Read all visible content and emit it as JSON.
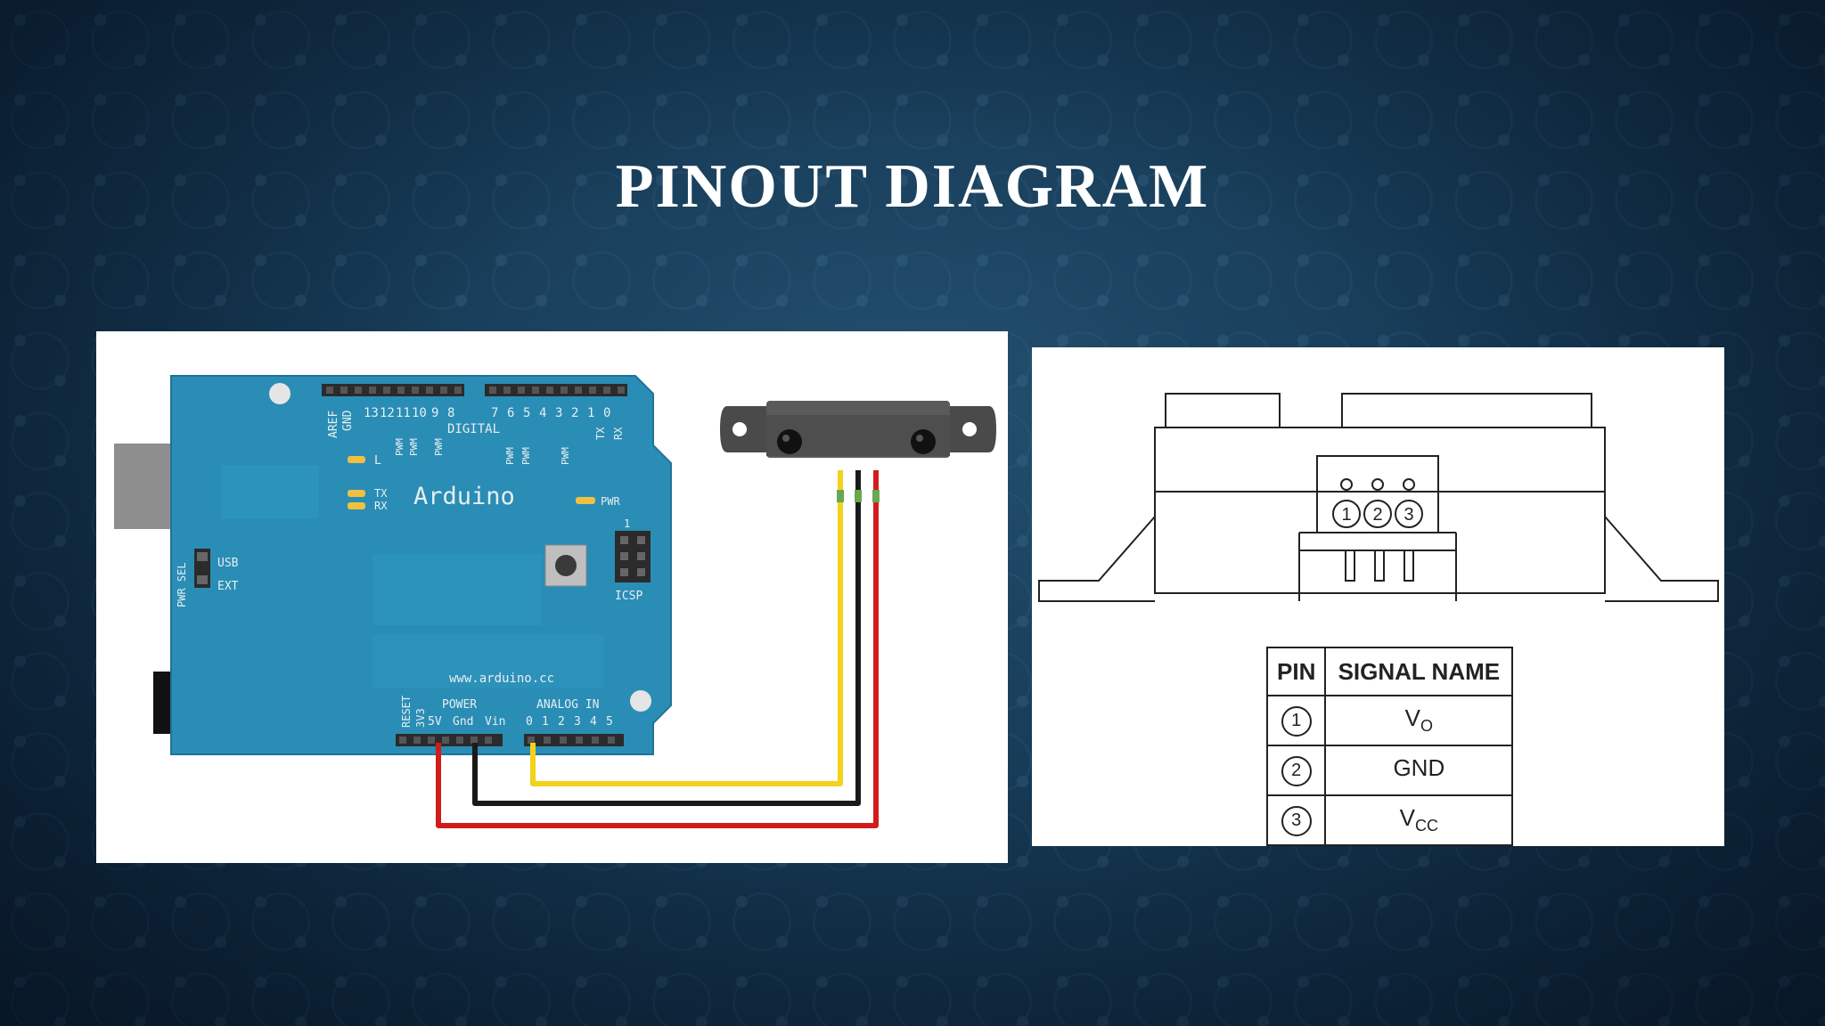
{
  "slide": {
    "title": "Pinout Diagram"
  },
  "arduino": {
    "brand": "Arduino",
    "website": "www.arduino.cc",
    "digital_label": "DIGITAL",
    "aref_label": "AREF",
    "gnd_top_label": "GND",
    "digital_pins_top": [
      "13",
      "12",
      "11",
      "10",
      "9",
      "8"
    ],
    "digital_pins_bottom": [
      "7",
      "6",
      "5",
      "4",
      "3",
      "2",
      "1",
      "0"
    ],
    "pwm_label": "PWM",
    "tx_rx_top": [
      "TX",
      "RX"
    ],
    "led_l": "L",
    "led_tx": "TX",
    "led_rx": "RX",
    "pwr_label": "PWR",
    "icsp_label": "ICSP",
    "icsp_pin1": "1",
    "pwr_sel_label": "PWR SEL",
    "usb_label": "USB",
    "ext_label": "EXT",
    "reset_label": "RESET",
    "v33_label": "3V3",
    "power_label": "POWER",
    "power_pins": [
      "5V",
      "Gnd",
      "Vin"
    ],
    "analog_label": "ANALOG IN",
    "analog_pins": [
      "0",
      "1",
      "2",
      "3",
      "4",
      "5"
    ]
  },
  "wires": {
    "signal_color": "#f2d21b",
    "ground_color": "#1a1a1a",
    "power_color": "#d21b1b"
  },
  "sensor_drawing": {
    "pin_numbers": [
      "1",
      "2",
      "3"
    ]
  },
  "pin_table": {
    "headers": [
      "PIN",
      "SIGNAL NAME"
    ],
    "rows": [
      {
        "pin": "1",
        "signal": "V",
        "sub": "O"
      },
      {
        "pin": "2",
        "signal": "GND",
        "sub": ""
      },
      {
        "pin": "3",
        "signal": "V",
        "sub": "CC"
      }
    ]
  }
}
